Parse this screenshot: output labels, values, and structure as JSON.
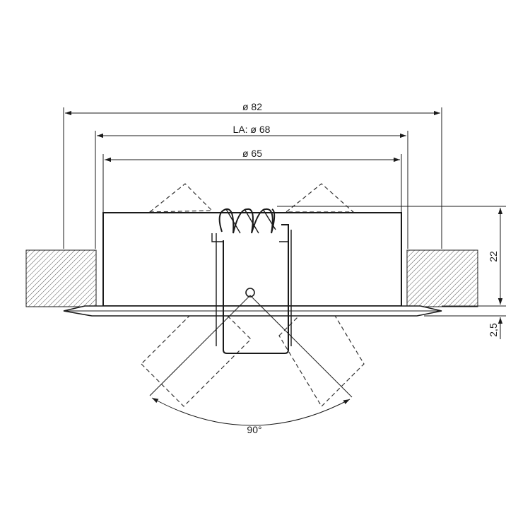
{
  "dimensions": {
    "outer_diameter": "ø 82",
    "cutout_diameter": "LA: ø 68",
    "body_diameter": "ø 65",
    "height": "22",
    "flange_height": "2,5",
    "tilt_angle": "90°"
  },
  "colors": {
    "line": "#1a1a1a",
    "hatch": "#555555",
    "background": "#ffffff"
  }
}
